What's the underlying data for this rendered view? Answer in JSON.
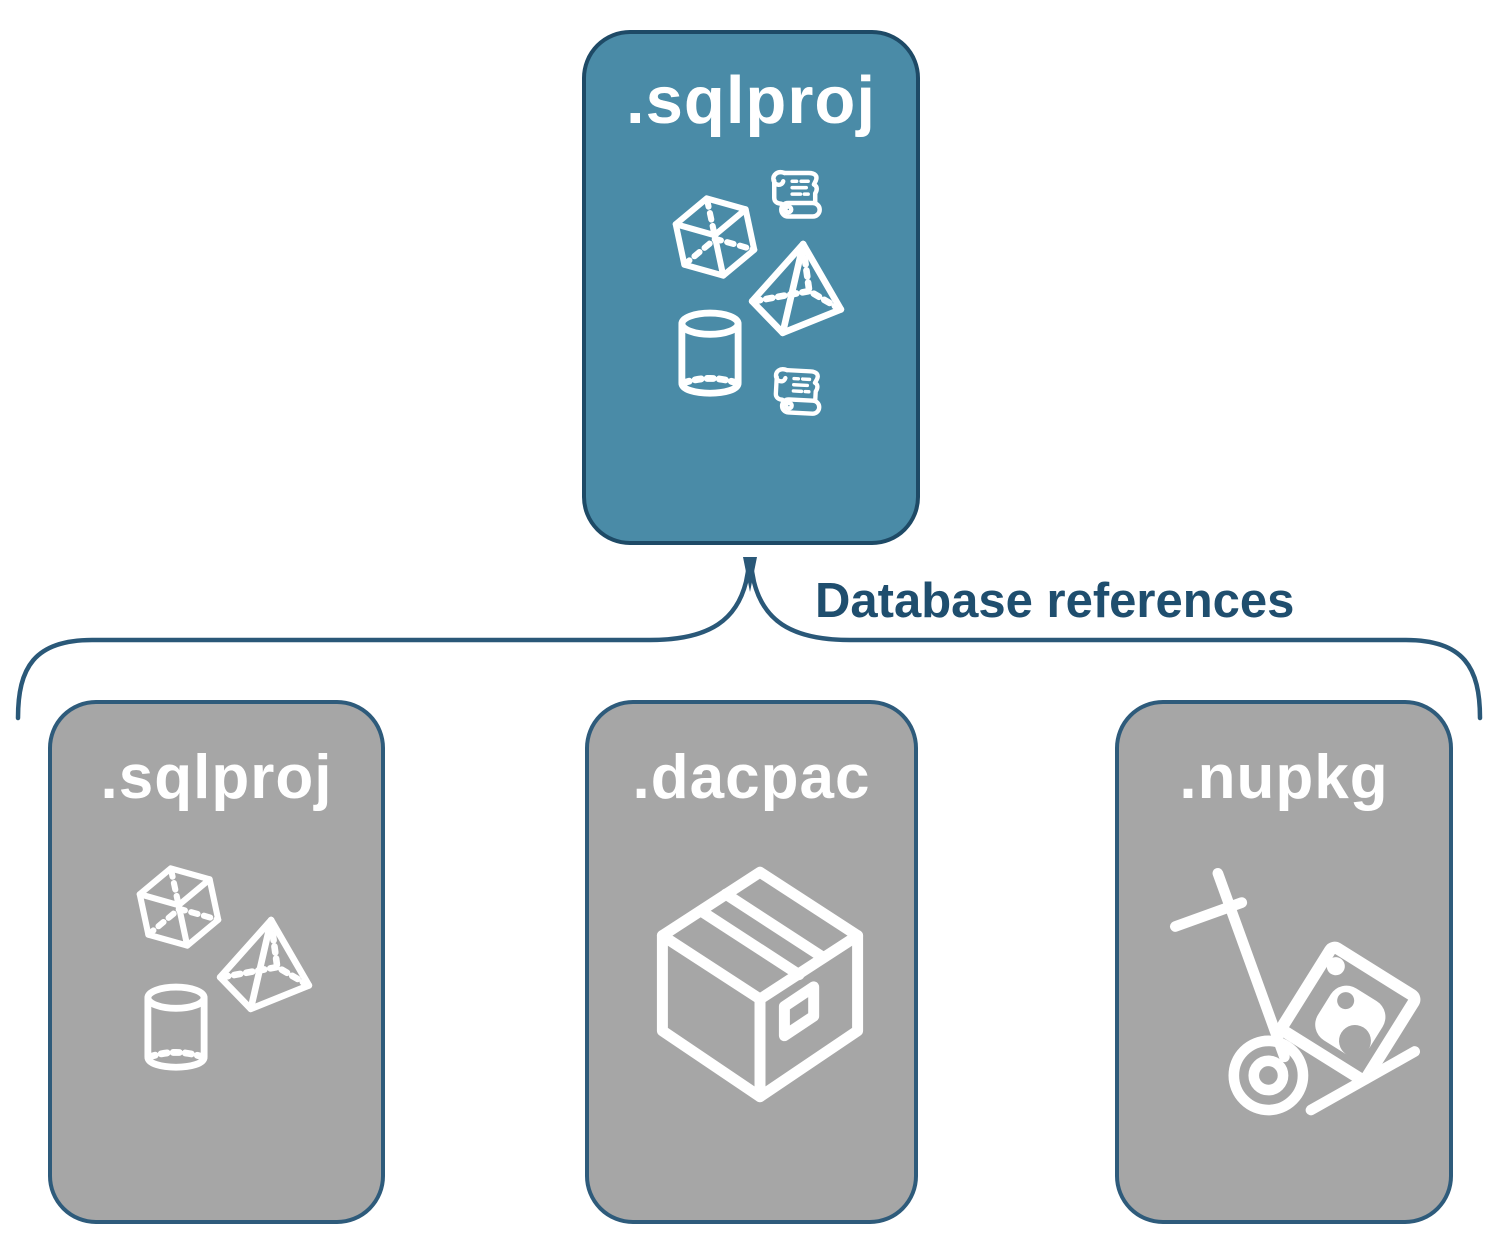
{
  "diagram": {
    "root_node": {
      "label": ".sqlproj",
      "icons": [
        "scroll-icon",
        "cube-icon",
        "pyramid-icon",
        "cylinder-icon",
        "scroll-icon"
      ]
    },
    "connector_label": "Database references",
    "child_nodes": [
      {
        "label": ".sqlproj",
        "icons": [
          "cube-icon",
          "pyramid-icon",
          "cylinder-icon"
        ]
      },
      {
        "label": ".dacpac",
        "icons": [
          "package-box-icon"
        ]
      },
      {
        "label": ".nupkg",
        "icons": [
          "hand-truck-package-icon"
        ]
      }
    ],
    "colors": {
      "root_fill": "#4A8BA7",
      "root_border": "#1E4A66",
      "child_fill": "#A6A6A6",
      "child_border": "#2E5B7B",
      "connector": "#2A5878",
      "connector_label_text": "#1F4E6E",
      "node_label_text": "#FFFFFF",
      "background": "#FFFFFF"
    }
  }
}
